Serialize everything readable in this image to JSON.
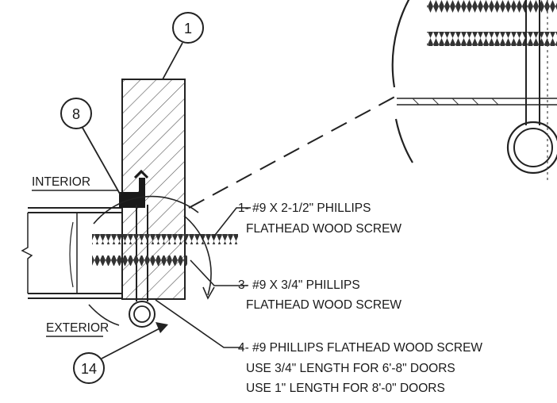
{
  "callouts": {
    "c1": "1",
    "c8": "8",
    "c14": "14"
  },
  "labels": {
    "interior": "INTERIOR",
    "exterior": "EXTERIOR"
  },
  "notes": {
    "n1_line1": "1- #9 X 2-1/2\" PHILLIPS",
    "n1_line2": "FLATHEAD WOOD SCREW",
    "n2_line1": "3- #9 X 3/4\" PHILLIPS",
    "n2_line2": "FLATHEAD WOOD SCREW",
    "n3_line1": "4- #9 PHILLIPS FLATHEAD WOOD SCREW",
    "n3_line2": "USE 3/4\" LENGTH FOR 6'-8\" DOORS",
    "n3_line3": "USE 1\" LENGTH FOR 8'-0\" DOORS"
  },
  "colors": {
    "ink": "#1a1a1a",
    "background": "#ffffff"
  }
}
